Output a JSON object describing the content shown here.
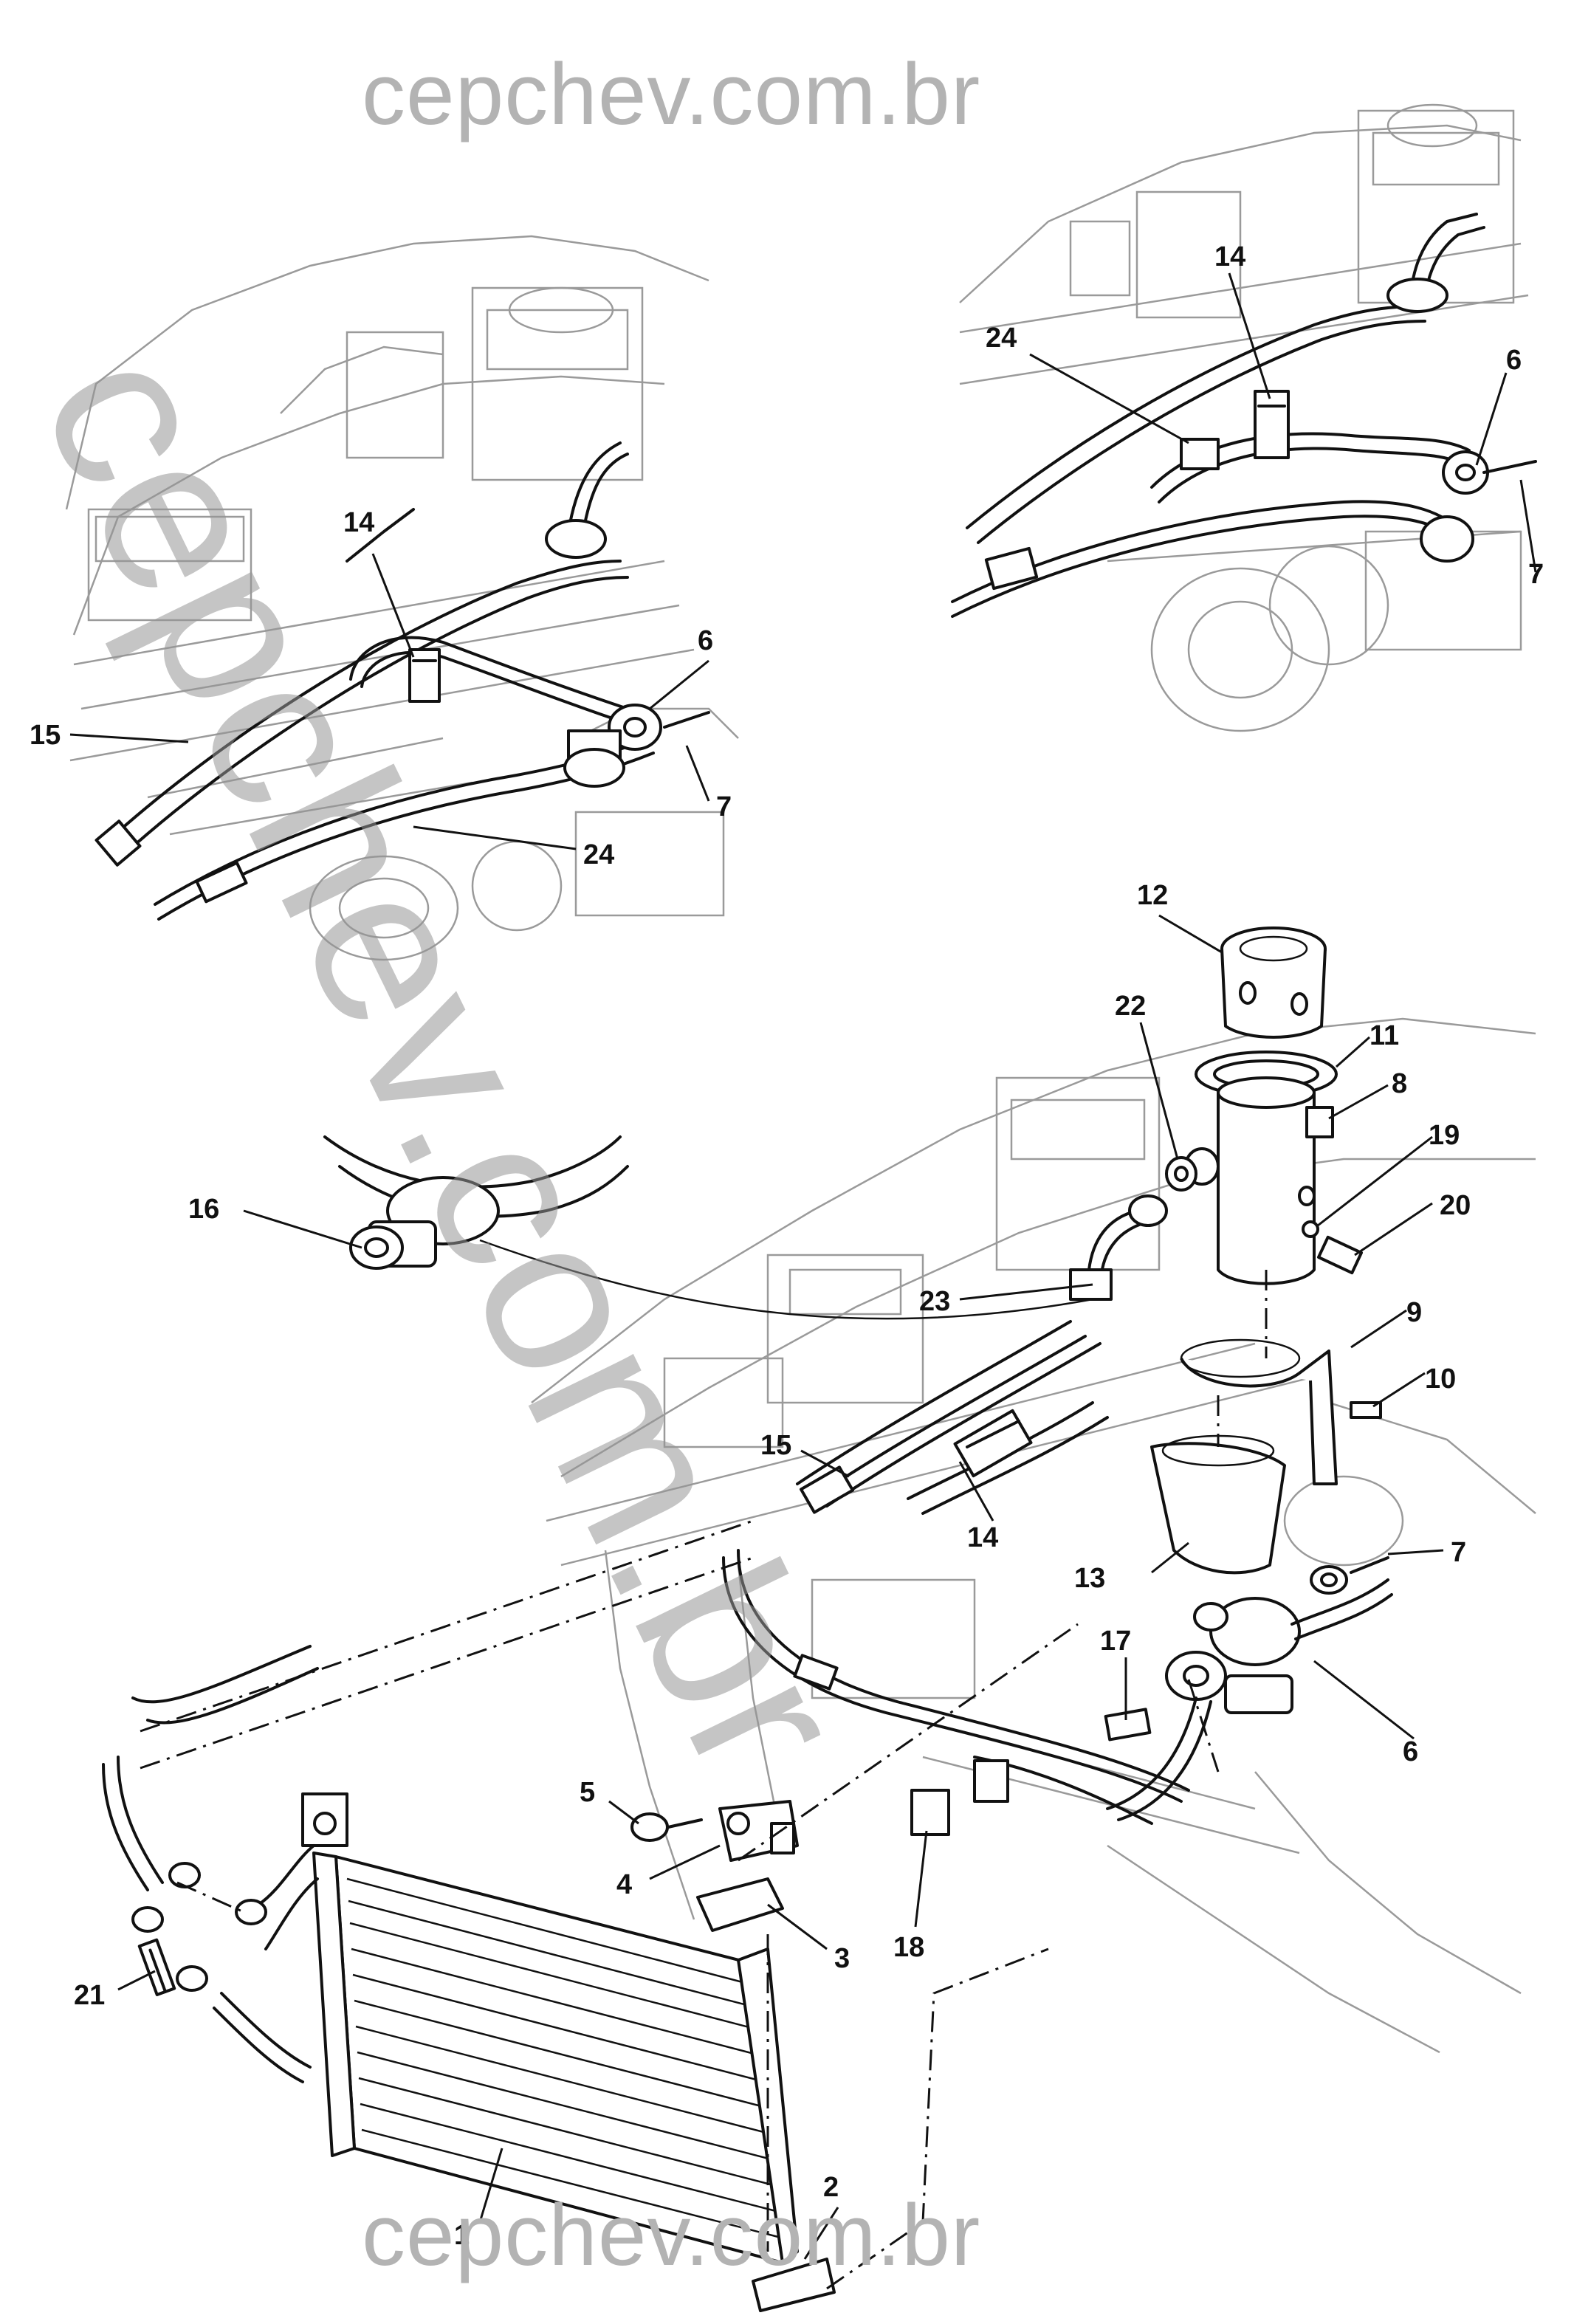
{
  "watermark": {
    "top": "cepchev.com.br",
    "bottom": "cepchev.com.br",
    "diagonal": "cepchev.com.br"
  },
  "callouts": [
    {
      "id": "c1",
      "text": "1"
    },
    {
      "id": "c2",
      "text": "2"
    },
    {
      "id": "c3",
      "text": "3"
    },
    {
      "id": "c4",
      "text": "4"
    },
    {
      "id": "c5",
      "text": "5"
    },
    {
      "id": "c6a",
      "text": "6"
    },
    {
      "id": "c6b",
      "text": "6"
    },
    {
      "id": "c6c",
      "text": "6"
    },
    {
      "id": "c7a",
      "text": "7"
    },
    {
      "id": "c7b",
      "text": "7"
    },
    {
      "id": "c7c",
      "text": "7"
    },
    {
      "id": "c8",
      "text": "8"
    },
    {
      "id": "c9",
      "text": "9"
    },
    {
      "id": "c10",
      "text": "10"
    },
    {
      "id": "c11",
      "text": "11"
    },
    {
      "id": "c12",
      "text": "12"
    },
    {
      "id": "c13",
      "text": "13"
    },
    {
      "id": "c14a",
      "text": "14"
    },
    {
      "id": "c14b",
      "text": "14"
    },
    {
      "id": "c14c",
      "text": "14"
    },
    {
      "id": "c15a",
      "text": "15"
    },
    {
      "id": "c15b",
      "text": "15"
    },
    {
      "id": "c16",
      "text": "16"
    },
    {
      "id": "c17",
      "text": "17"
    },
    {
      "id": "c18",
      "text": "18"
    },
    {
      "id": "c19",
      "text": "19"
    },
    {
      "id": "c20",
      "text": "20"
    },
    {
      "id": "c21",
      "text": "21"
    },
    {
      "id": "c22",
      "text": "22"
    },
    {
      "id": "c23",
      "text": "23"
    },
    {
      "id": "c24a",
      "text": "24"
    },
    {
      "id": "c24b",
      "text": "24"
    }
  ]
}
